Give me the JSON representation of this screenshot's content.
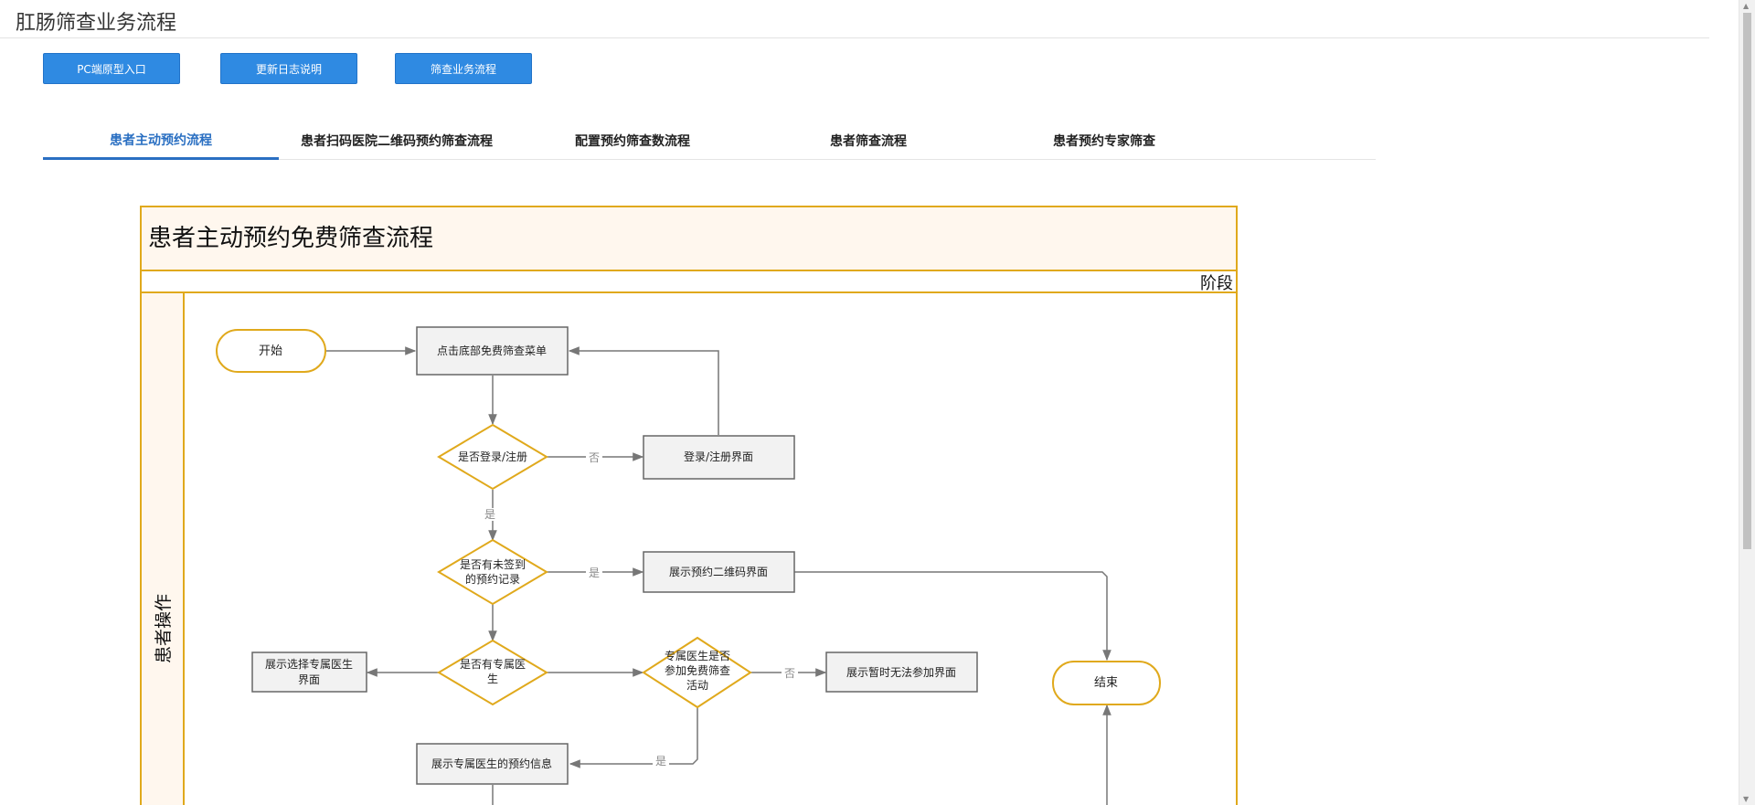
{
  "header": {
    "title": "肛肠筛查业务流程"
  },
  "buttons": [
    {
      "label": "PC端原型入口"
    },
    {
      "label": "更新日志说明"
    },
    {
      "label": "筛查业务流程"
    }
  ],
  "tabs": [
    {
      "label": "患者主动预约流程",
      "active": true
    },
    {
      "label": "患者扫码医院二维码预约筛查流程"
    },
    {
      "label": "配置预约筛查数流程"
    },
    {
      "label": "患者筛查流程"
    },
    {
      "label": "患者预约专家筛查"
    }
  ],
  "diagram": {
    "title": "患者主动预约免费筛查流程",
    "phase_label": "阶段",
    "lane_label": "患者操作",
    "nodes": {
      "start": "开始",
      "click_menu": "点击底部免费筛查菜单",
      "is_logged_in": [
        "是否登录/注册"
      ],
      "login_page": "登录/注册界面",
      "has_unsigned": [
        "是否有未签到",
        "的预约记录"
      ],
      "show_qr": "展示预约二维码界面",
      "has_doctor": [
        "是否有专属医",
        "生"
      ],
      "choose_doctor": [
        "展示选择专属医生",
        "界面"
      ],
      "doctor_joined": [
        "专属医生是否",
        "参加免费筛查",
        "活动"
      ],
      "cannot_join": "展示暂时无法参加界面",
      "end": "结束",
      "doctor_info": "展示专属医生的预约信息"
    },
    "edge_labels": {
      "no": "否",
      "yes": "是"
    },
    "colors": {
      "frame": "#e0a91c",
      "header_fill": "#fff7ee",
      "box_fill": "#f2f2f2",
      "box_stroke": "#666666",
      "line": "#777777"
    }
  }
}
